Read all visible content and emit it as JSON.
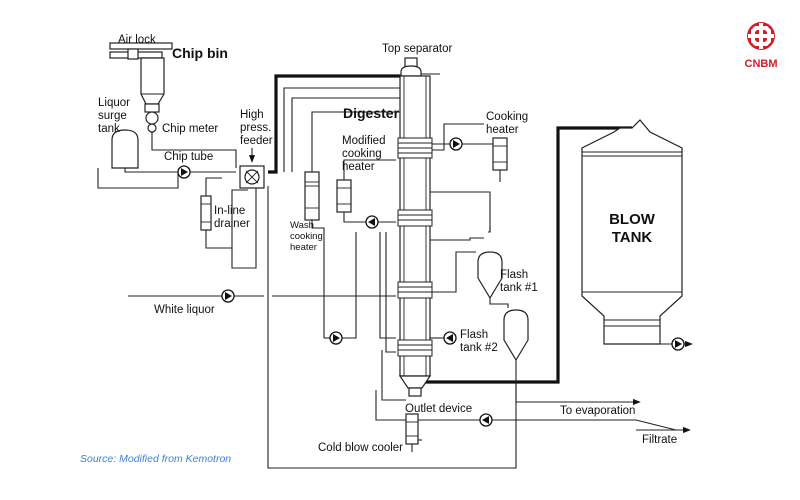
{
  "logo": {
    "text": "CNBM",
    "color": "#d21f26"
  },
  "labels": {
    "air_lock": "Air lock",
    "chip_bin": "Chip bin",
    "liquor_surge_tank": [
      "Liquor",
      "surge",
      "tank"
    ],
    "chip_meter": "Chip meter",
    "chip_tube": "Chip tube",
    "high_press_feeder": [
      "High",
      "press.",
      "feeder"
    ],
    "inline_drainer": [
      "In-line",
      "drainer"
    ],
    "wash_cooking_heater": [
      "Wash",
      "cooking",
      "heater"
    ],
    "top_separator": "Top separator",
    "digester": "Digester",
    "modified_cooking_heater": [
      "Modified",
      "cooking",
      "heater"
    ],
    "cooking_heater": [
      "Cooking",
      "heater"
    ],
    "blow_tank": [
      "BLOW",
      "TANK"
    ],
    "flash_tank_1": [
      "Flash",
      "tank #1"
    ],
    "flash_tank_2": [
      "Flash",
      "tank #2"
    ],
    "white_liquor": "White liquor",
    "to_evaporation": "To evaporation",
    "outlet_device": "Outlet device",
    "filtrate": "Filtrate",
    "cold_blow_cooler": "Cold blow cooler"
  },
  "source": "Source: Modified from Kemotron",
  "colors": {
    "source_text": "#3f7fd8",
    "lines": "#222222"
  }
}
